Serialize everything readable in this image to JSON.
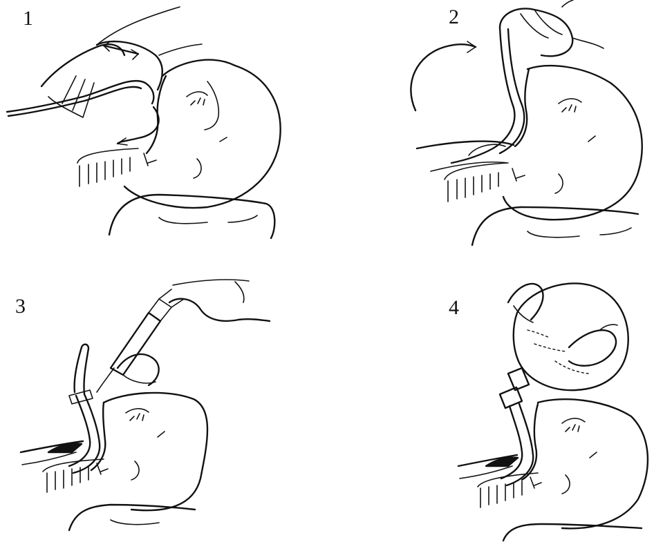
{
  "figure": {
    "panels": [
      {
        "step": "1",
        "icon": "laryngeal-mask-insertion-illustration"
      },
      {
        "step": "2",
        "icon": "laryngeal-mask-advancement-illustration"
      },
      {
        "step": "3",
        "icon": "cuff-inflation-syringe-illustration"
      },
      {
        "step": "4",
        "icon": "bag-ventilation-illustration"
      }
    ]
  }
}
